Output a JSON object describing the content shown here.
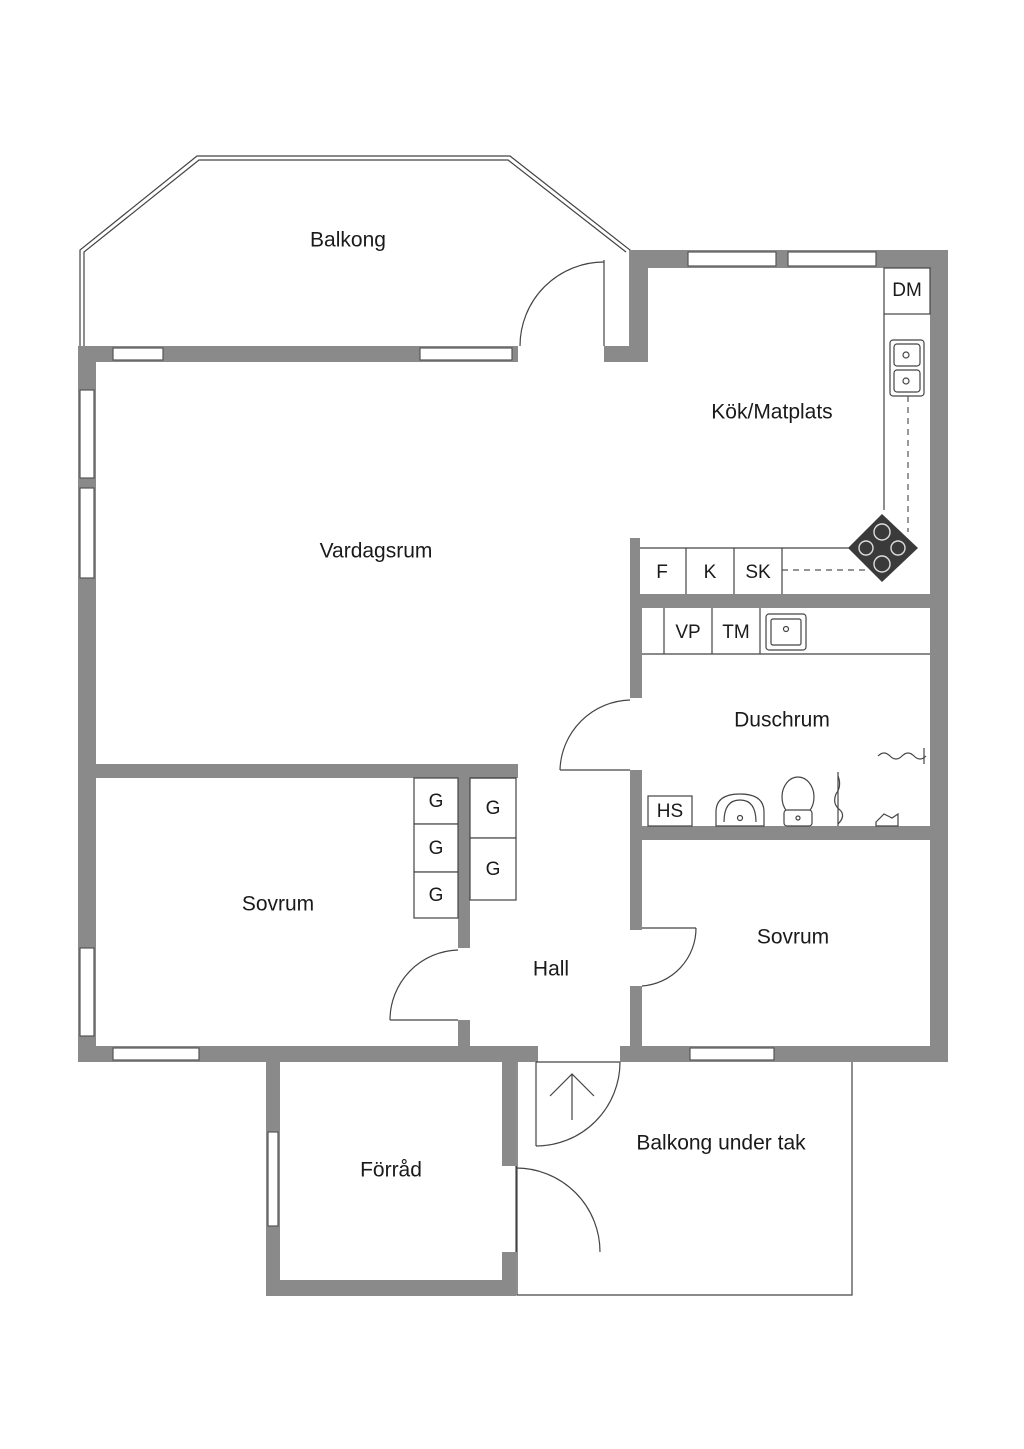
{
  "rooms": {
    "balkong": "Balkong",
    "kok": "Kök/Matplats",
    "vardagsrum": "Vardagsrum",
    "duschrum": "Duschrum",
    "sovrum_left": "Sovrum",
    "sovrum_right": "Sovrum",
    "hall": "Hall",
    "forrad": "Förråd",
    "balkong_tak": "Balkong under tak"
  },
  "fixtures": {
    "dm": "DM",
    "f": "F",
    "k": "K",
    "sk": "SK",
    "vp": "VP",
    "tm": "TM",
    "hs": "HS",
    "wardrobe": "G"
  },
  "colors": {
    "wall": "#8a8a8a",
    "hob": "#3a3a3a"
  }
}
